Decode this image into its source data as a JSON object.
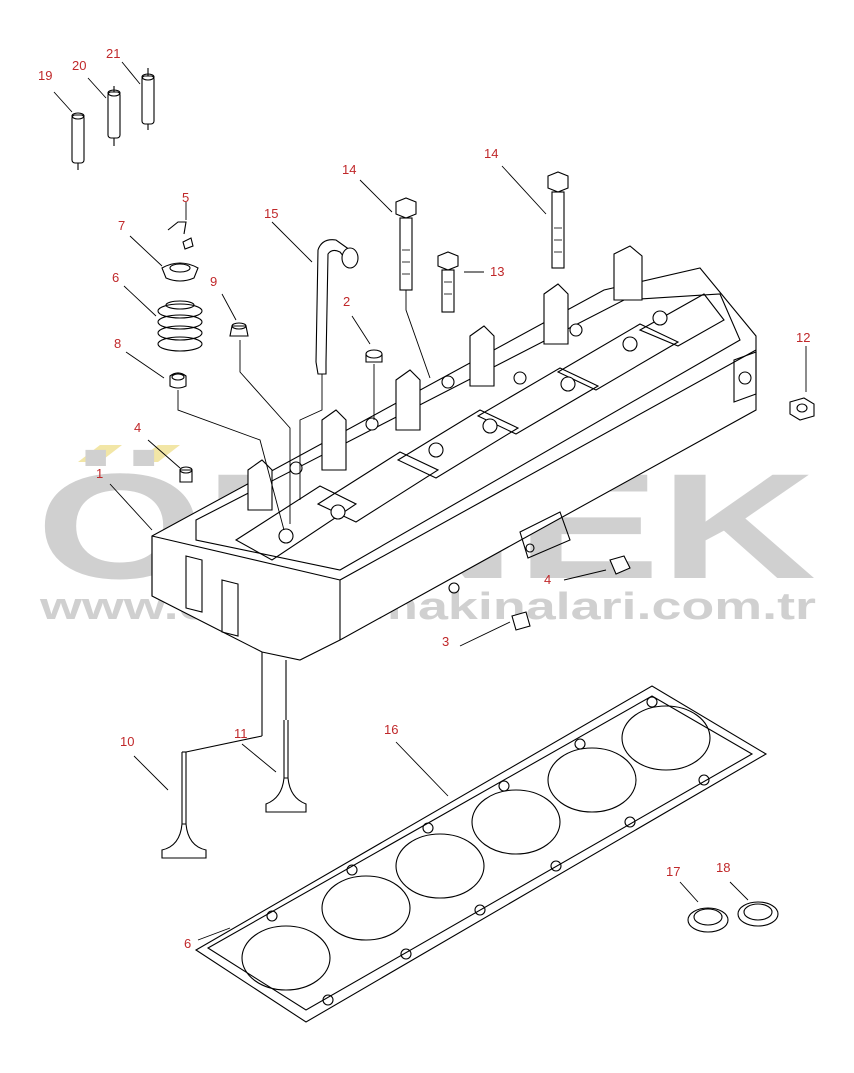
{
  "watermark": {
    "brand": "ÖRNEK",
    "url": "www.ornekismakinalari.com.tr",
    "accent_color": "#f2e6a6",
    "text_color": "#d0d0d0"
  },
  "callouts": [
    {
      "id": "c19",
      "text": "19"
    },
    {
      "id": "c20",
      "text": "20"
    },
    {
      "id": "c21",
      "text": "21"
    },
    {
      "id": "c5",
      "text": "5"
    },
    {
      "id": "c7",
      "text": "7"
    },
    {
      "id": "c6",
      "text": "6"
    },
    {
      "id": "c8",
      "text": "8"
    },
    {
      "id": "c9",
      "text": "9"
    },
    {
      "id": "c15",
      "text": "15"
    },
    {
      "id": "c2",
      "text": "2"
    },
    {
      "id": "c14a",
      "text": "14"
    },
    {
      "id": "c14b",
      "text": "14"
    },
    {
      "id": "c13",
      "text": "13"
    },
    {
      "id": "c12",
      "text": "12"
    },
    {
      "id": "c4a",
      "text": "4"
    },
    {
      "id": "c1",
      "text": "1"
    },
    {
      "id": "c4b",
      "text": "4"
    },
    {
      "id": "c3",
      "text": "3"
    },
    {
      "id": "c10",
      "text": "10"
    },
    {
      "id": "c11",
      "text": "11"
    },
    {
      "id": "c16",
      "text": "16"
    },
    {
      "id": "c17",
      "text": "17"
    },
    {
      "id": "c18",
      "text": "18"
    },
    {
      "id": "c6b",
      "text": "6"
    }
  ],
  "colors": {
    "callout": "#c0282a",
    "line": "#000000"
  }
}
